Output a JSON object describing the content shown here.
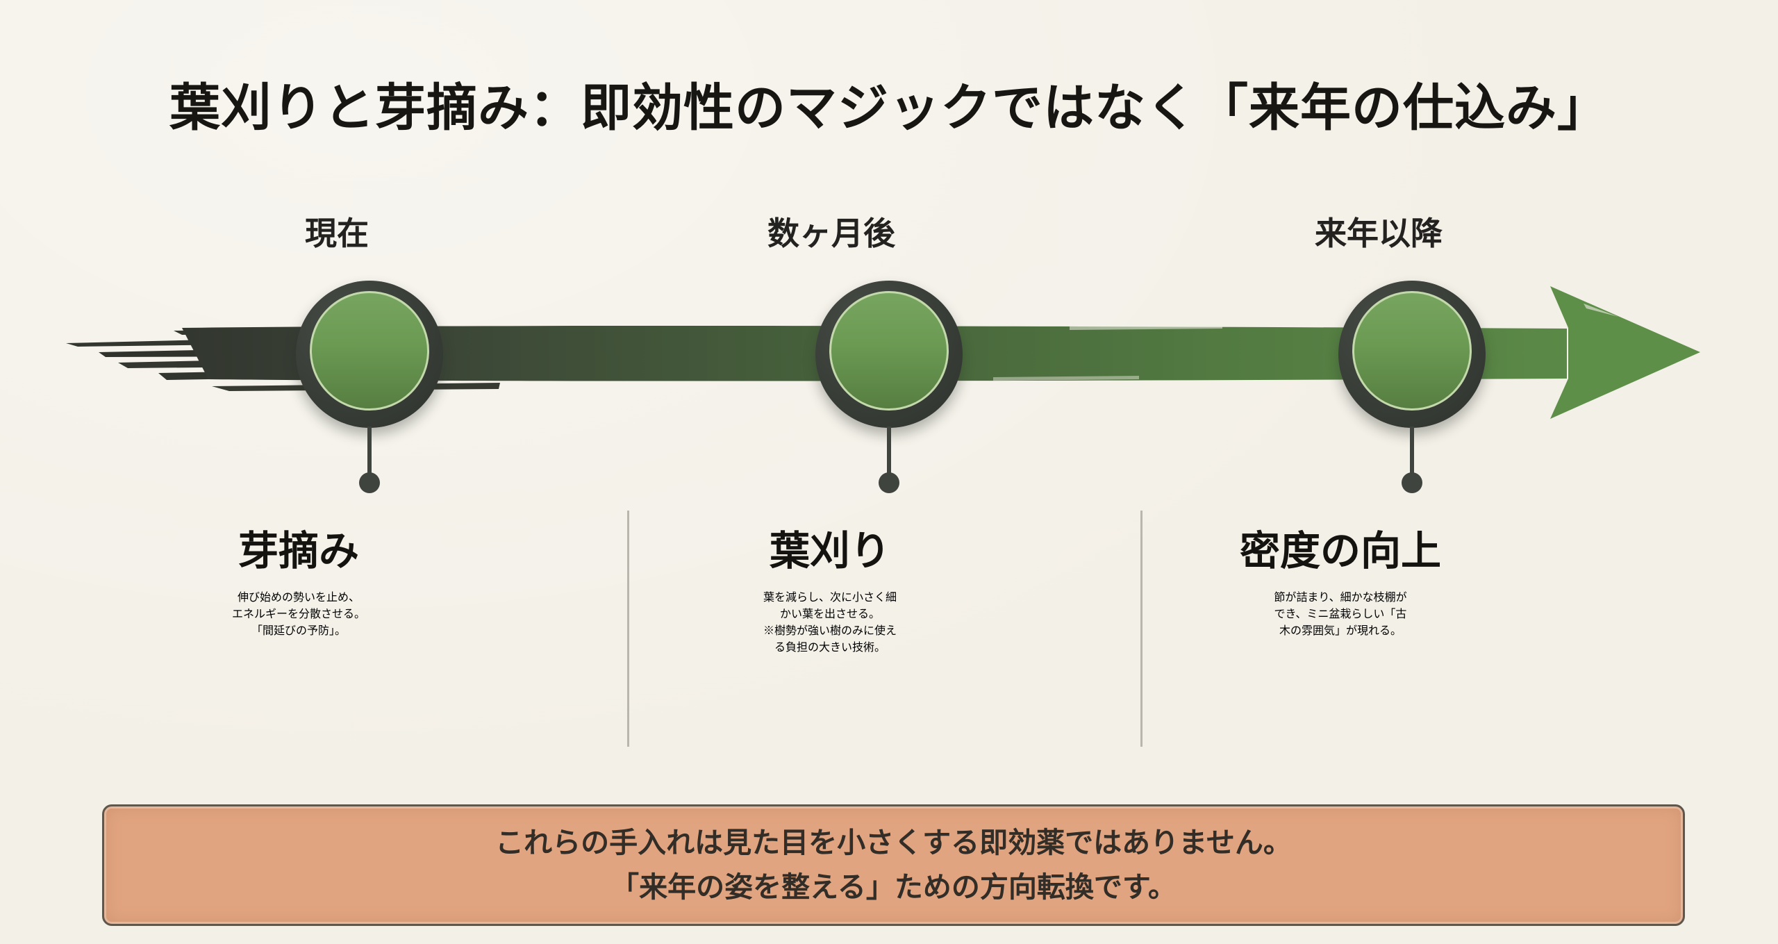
{
  "title": "葉刈りと芽摘み：即効性のマジックではなく「来年の仕込み」",
  "timeline": {
    "direction": "left-to-right",
    "stages": [
      {
        "time_label": "現在",
        "heading": "芽摘み",
        "body_lines": [
          "伸び始めの勢いを止め、",
          "エネルギーを分散させる。",
          "「間延びの予防」。"
        ]
      },
      {
        "time_label": "数ヶ月後",
        "heading": "葉刈り",
        "body_lines": [
          "葉を減らし、次に小さく細",
          "かい葉を出させる。",
          "※樹勢が強い樹のみに使え",
          "る負担の大きい技術。"
        ]
      },
      {
        "time_label": "来年以降",
        "heading": "密度の向上",
        "body_lines": [
          "節が詰まり、細かな枝棚が",
          "でき、ミニ盆栽らしい「古",
          "木の雰囲気」が現れる。"
        ]
      }
    ]
  },
  "callout": {
    "lines": [
      "これらの手入れは見た目を小さくする即効薬ではありません。",
      "「来年の姿を整える」ための方向転換です。"
    ]
  },
  "palette": {
    "background": "#f3f0e7",
    "arrow_start": "#2e312b",
    "arrow_end": "#5e8f49",
    "node_ring": "#383d37",
    "node_fill_top": "#77a560",
    "node_fill_bottom": "#567e41",
    "node_rim": "#c3d8ab",
    "divider": "#b9b6ad",
    "callout_bg": "#e1a480",
    "callout_border": "#5f564c",
    "text": "#1d1b18"
  }
}
